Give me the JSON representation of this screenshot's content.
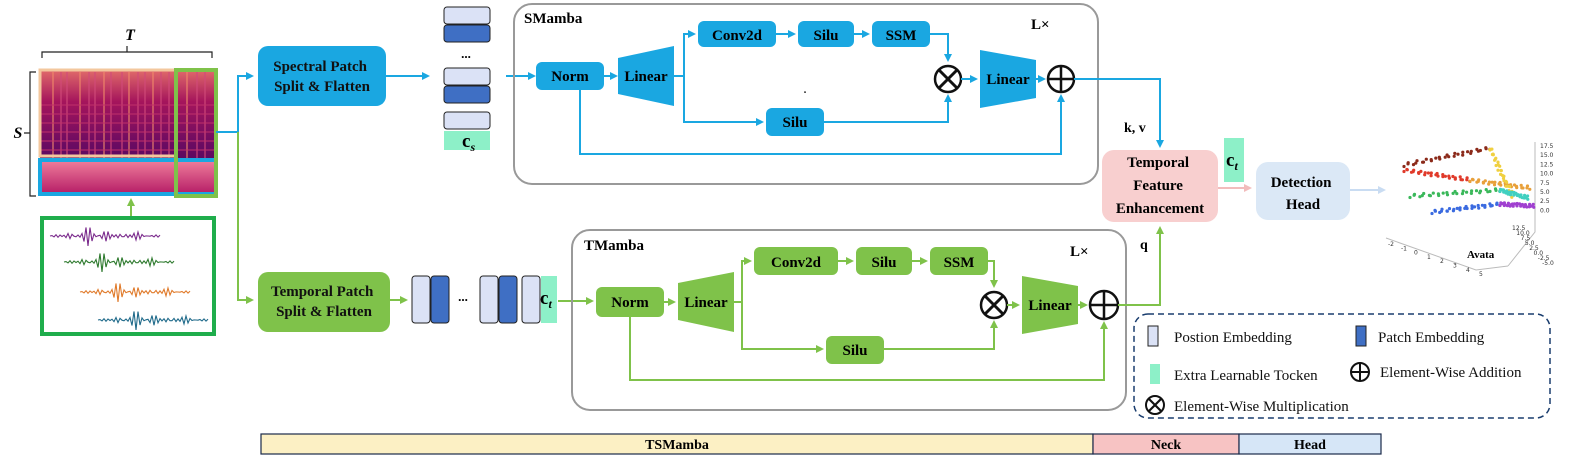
{
  "colors": {
    "blue": "#1aa7e1",
    "green": "#7fc24a",
    "neck": "#f8cfcf",
    "head": "#dbe8f6",
    "token": "#8df0c8",
    "pos_embed": "#dbe2f6",
    "patch_embed": "#3f6fc4",
    "tsmamba_band": "#fcf0c4",
    "neck_band": "#f7c3c3",
    "head_band": "#d6e6f7"
  },
  "spectrogram": {
    "time_label": "T",
    "freq_label": "S"
  },
  "spectral_patch": "Spectral Patch\nSplit & Flatten",
  "temporal_patch": "Temporal Patch\nSplit & Flatten",
  "ellipsis": "...",
  "token_s": {
    "main": "c",
    "sub": "s"
  },
  "token_t": {
    "main": "c",
    "sub": "t"
  },
  "smamba": {
    "title": "SMamba",
    "repeat": "L×",
    "norm": "Norm",
    "linear_in": "Linear",
    "conv": "Conv2d",
    "silu_top": "Silu",
    "ssm": "SSM",
    "silu_bottom": "Silu",
    "linear_out": "Linear",
    "dot": "."
  },
  "tmamba": {
    "title": "TMamba",
    "repeat": "L×",
    "norm": "Norm",
    "linear_in": "Linear",
    "conv": "Conv2d",
    "silu_top": "Silu",
    "ssm": "SSM",
    "silu_bottom": "Silu",
    "linear_out": "Linear"
  },
  "kv_label": "k, v",
  "q_label": "q",
  "temporal_feature": "Temporal\nFeature\nEnhancement",
  "detection_head": "Detection\nHead",
  "plot": {
    "name": "Avata",
    "y_ticks": [
      "17.5",
      "15.0",
      "12.5",
      "10.0",
      "7.5",
      "5.0",
      "2.5",
      "0.0"
    ],
    "depth_ticks": [
      "12.5",
      "10.0",
      "7.5",
      "5.0",
      "2.5",
      "0.0",
      "-2.5",
      "-5.0"
    ],
    "x_ticks": [
      "-2",
      "-1",
      "0",
      "1",
      "2",
      "3",
      "4",
      "5"
    ]
  },
  "legend": {
    "pos": "Postion Embedding",
    "patch": "Patch Embedding",
    "token": "Extra Learnable Tocken",
    "add": "Element-Wise Addition",
    "mul": "Element-Wise Multiplication"
  },
  "bands": {
    "tsmamba": "TSMamba",
    "neck": "Neck",
    "head": "Head"
  }
}
